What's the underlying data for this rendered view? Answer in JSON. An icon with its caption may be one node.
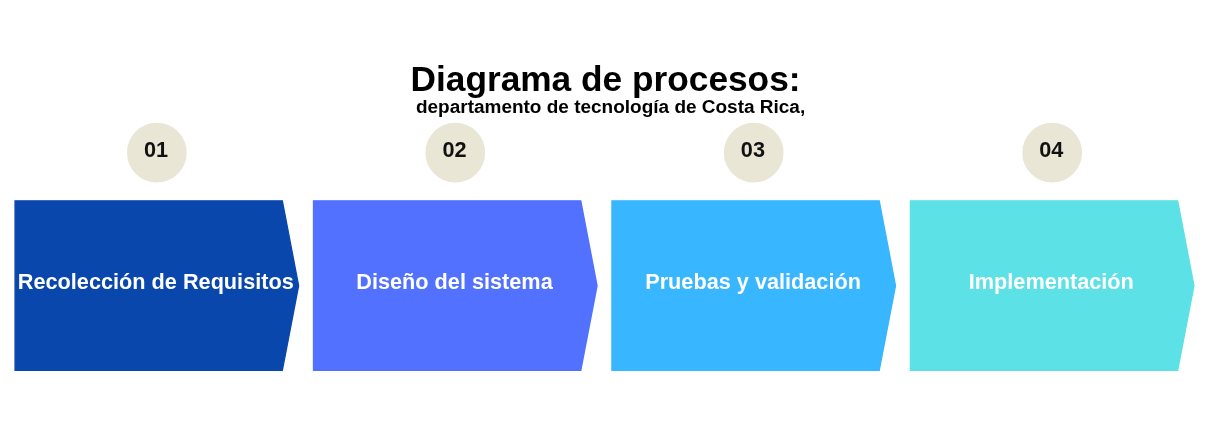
{
  "diagram": {
    "title": "Diagrama de procesos:",
    "caption": "departamento de tecnología de Costa Rica,",
    "nodes": [
      {
        "text": [
          "01"
        ]
      },
      {
        "text": [
          "Recolección de Requisitos"
        ]
      },
      {
        "text": [
          "02"
        ]
      },
      {
        "text": [
          "Diseño del sistema"
        ]
      },
      {
        "text": [
          "03"
        ]
      },
      {
        "text": [
          "Pruebas y validación"
        ]
      },
      {
        "text": [
          "04"
        ]
      },
      {
        "text": [
          "Implementación"
        ]
      }
    ],
    "edges": []
  }
}
